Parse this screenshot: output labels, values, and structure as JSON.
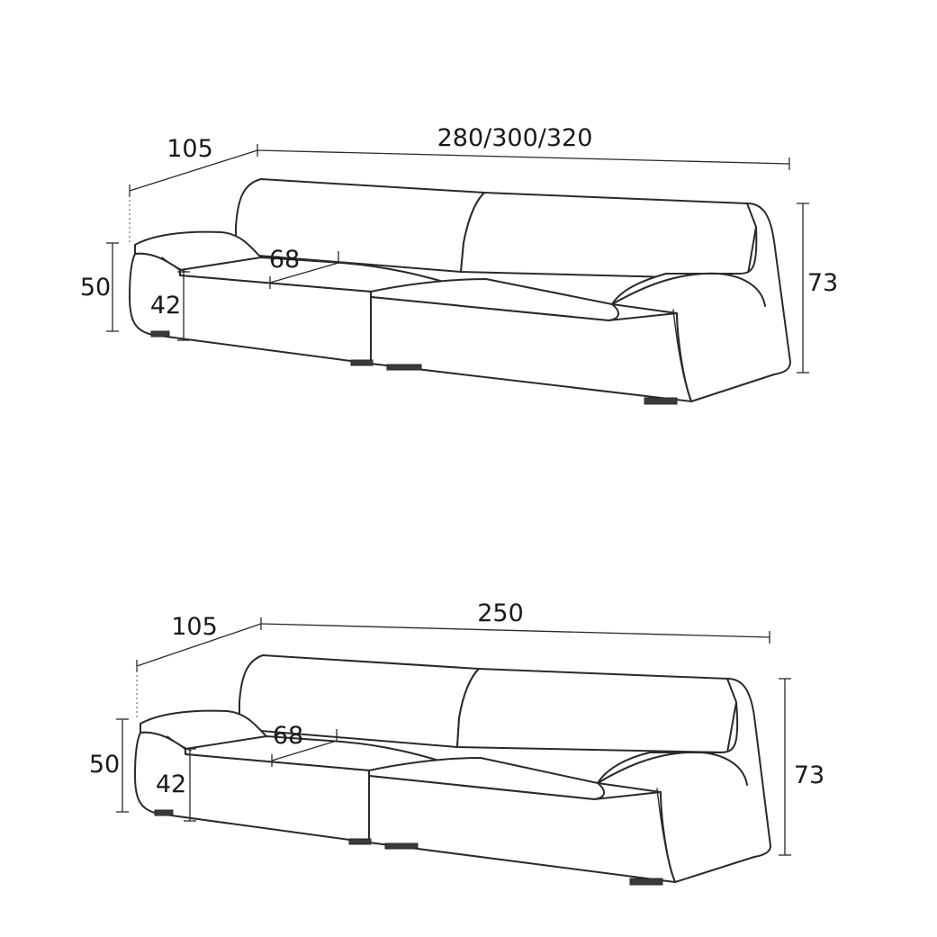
{
  "colors": {
    "background": "#ffffff",
    "line": "#2a2a2a"
  },
  "diagrams": [
    {
      "width_label": "280/300/320",
      "depth_label": "105",
      "total_height_label": "73",
      "arm_height_label": "50",
      "seat_height_label": "42",
      "seat_depth_label": "68"
    },
    {
      "width_label": "250",
      "depth_label": "105",
      "total_height_label": "73",
      "arm_height_label": "50",
      "seat_height_label": "42",
      "seat_depth_label": "68"
    }
  ]
}
